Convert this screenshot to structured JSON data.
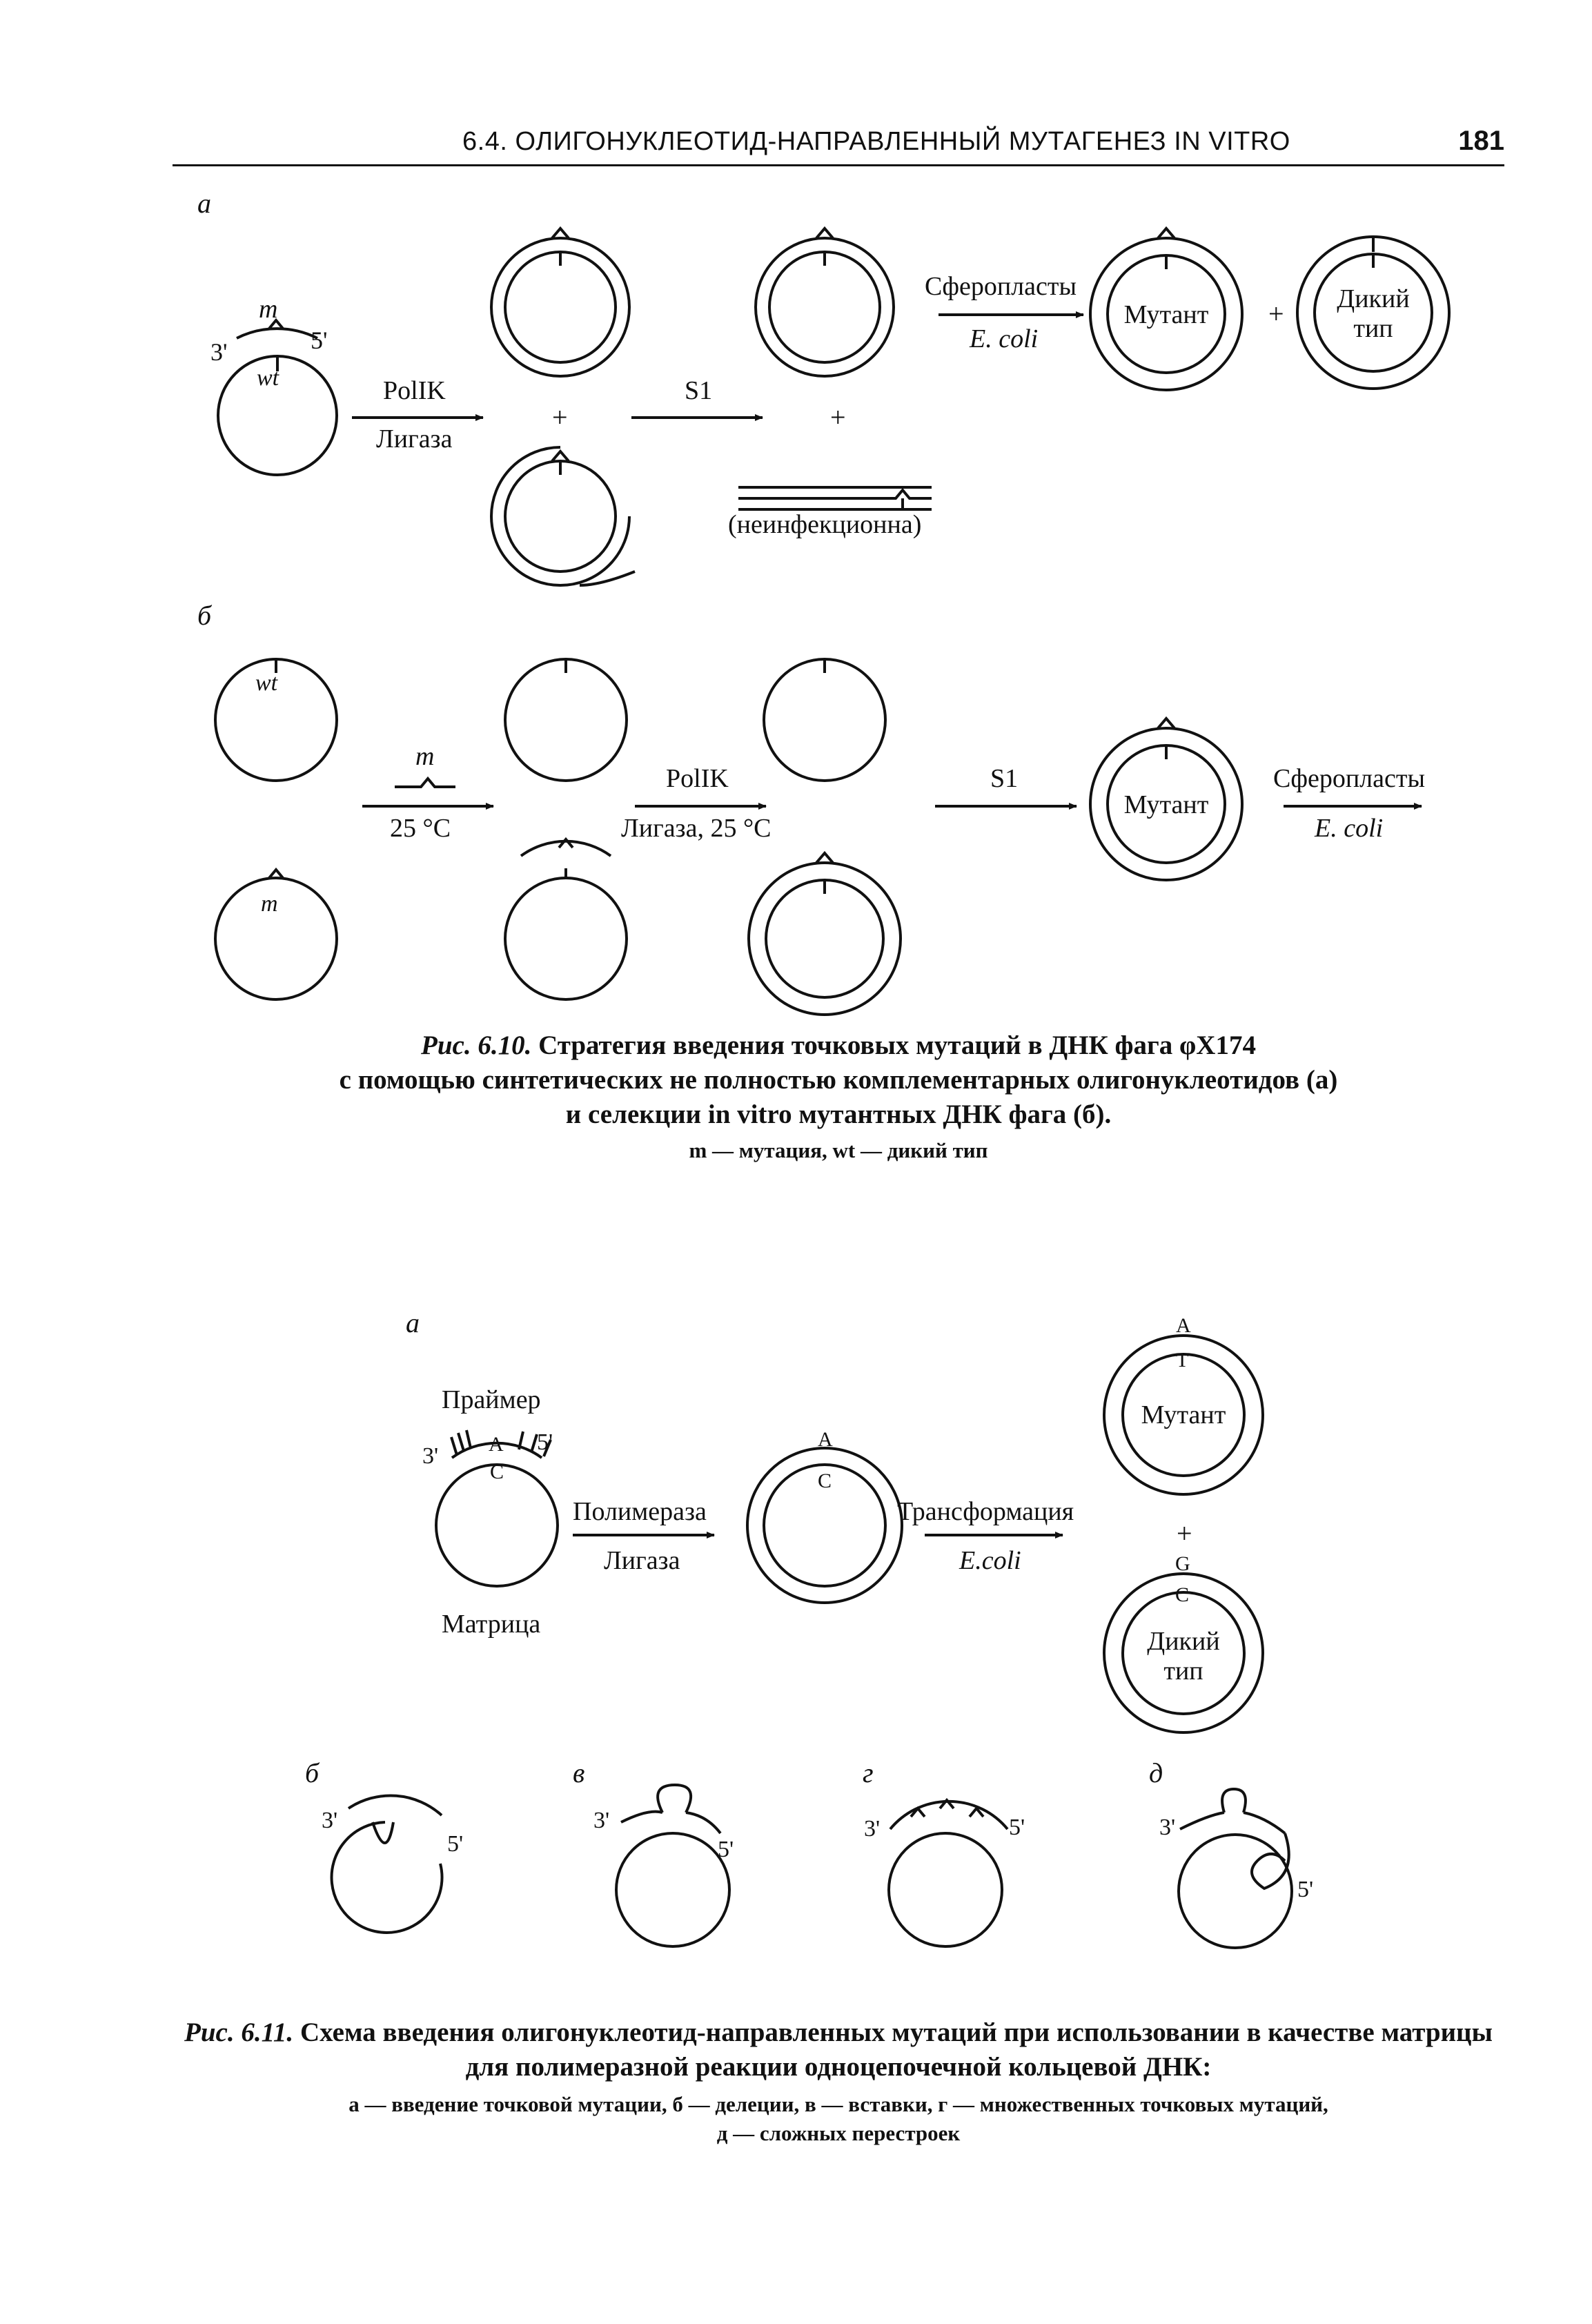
{
  "header": {
    "title": "6.4. ОЛИГОНУКЛЕОТИД-НАПРАВЛЕННЫЙ МУТАГЕНЕЗ IN VITRO",
    "page_number": "181"
  },
  "fig610": {
    "panel_a": {
      "letter": "а",
      "m": "m",
      "wt": "wt",
      "end3": "3'",
      "end5": "5'",
      "arrow1_top": "PolIK",
      "arrow1_bottom": "Лигаза",
      "plus": "+",
      "arrow2_top": "S1",
      "noninfectious": "(неинфекционна)",
      "arrow3_top": "Сферопласты",
      "arrow3_bottom": "E. coli",
      "mutant": "Мутант",
      "wildtype_line1": "Дикий",
      "wildtype_line2": "тип"
    },
    "panel_b": {
      "letter": "б",
      "wt": "wt",
      "m": "m",
      "arrow1_top": "m",
      "arrow1_bottom": "25 °C",
      "arrow2_top": "PolIK",
      "arrow2_bottom": "Лигаза, 25 °C",
      "arrow3_top": "S1",
      "mutant": "Мутант",
      "arrow4_top": "Сферопласты",
      "arrow4_bottom": "E. coli"
    },
    "caption": {
      "label": "Рис. 6.10.",
      "line1": "Стратегия введения точковых мутаций в ДНК фага φX174",
      "line2": "с помощью синтетических не полностью комплементарных олигонуклеотидов (а)",
      "line3": "и селекции in vitro мутантных ДНК фага (б).",
      "legend": "m — мутация, wt — дикий тип"
    }
  },
  "fig611": {
    "panel_a": {
      "letter": "а",
      "primer": "Праймер",
      "template": "Матрица",
      "end3": "3'",
      "end5": "5'",
      "base_A": "A",
      "base_C": "C",
      "base_T": "T",
      "base_G": "G",
      "arrow1_top": "Полимераза",
      "arrow1_bottom": "Лигаза",
      "arrow2_top": "Трансформация",
      "arrow2_bottom": "E.coli",
      "mutant": "Мутант",
      "plus": "+",
      "wildtype_line1": "Дикий",
      "wildtype_line2": "тип"
    },
    "panel_b": {
      "letter": "б",
      "end3": "3'",
      "end5": "5'"
    },
    "panel_v": {
      "letter": "в",
      "end3": "3'",
      "end5": "5'"
    },
    "panel_g": {
      "letter": "г",
      "end3": "3'",
      "end5": "5'"
    },
    "panel_d": {
      "letter": "д",
      "end3": "3'",
      "end5": "5'"
    },
    "caption": {
      "label": "Рис. 6.11.",
      "line1": "Схема введения олигонуклеотид-направленных мутаций при использовании в качестве матрицы",
      "line2": "для полимеразной реакции одноцепочечной кольцевой ДНК:",
      "legend_line1": "а — введение точковой мутации, б — делеции, в — вставки, г — множественных точковых мутаций,",
      "legend_line2": "д — сложных перестроек"
    }
  }
}
